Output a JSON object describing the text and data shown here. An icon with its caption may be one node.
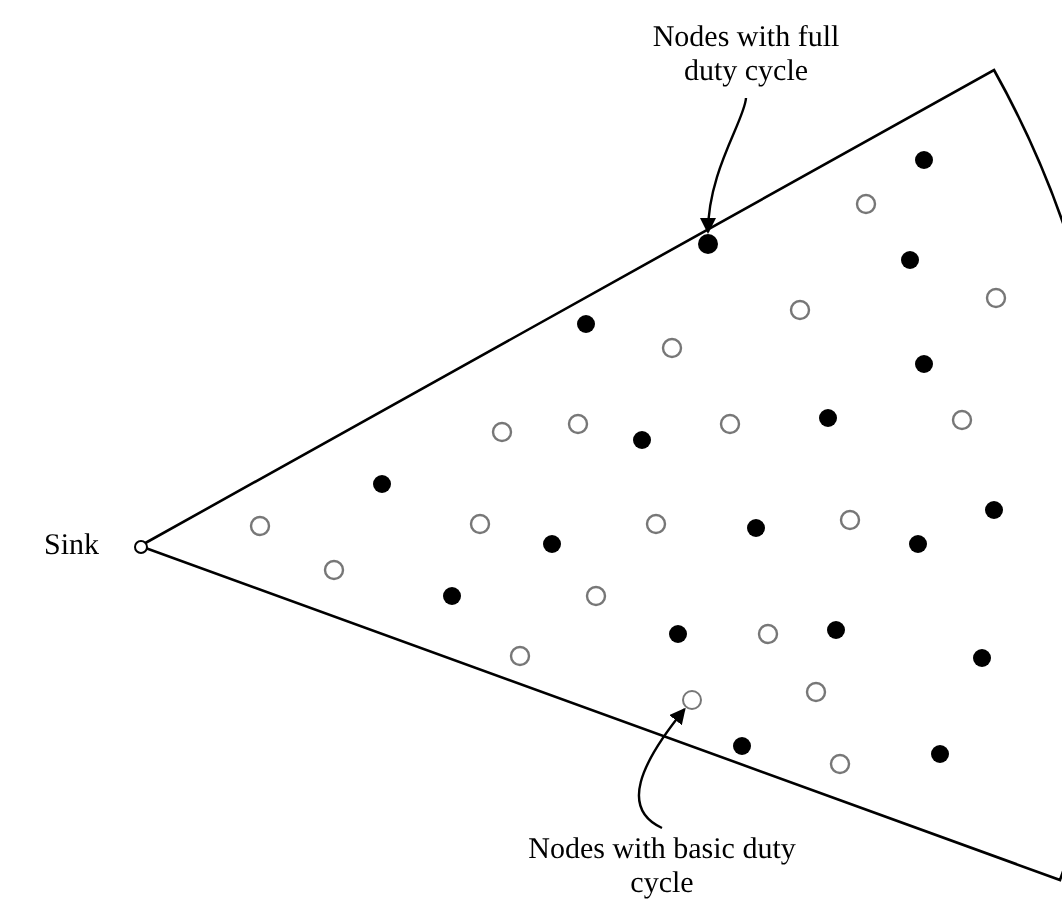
{
  "diagram": {
    "nodes": [
      {
        "text": [],
        "shape": "circle",
        "beside": [
          "Sink"
        ]
      },
      {
        "text": [
          "Nodes with full duty cycle"
        ]
      },
      {
        "text": [],
        "shape": "circle"
      },
      {
        "text": [
          "Nodes with basic duty cycle"
        ]
      },
      {
        "text": [],
        "shape": "circle"
      }
    ],
    "edges": [
      {
        "from": 1,
        "to": 2,
        "arrow": "to"
      },
      {
        "from": 3,
        "to": 4,
        "arrow": "to"
      }
    ]
  }
}
